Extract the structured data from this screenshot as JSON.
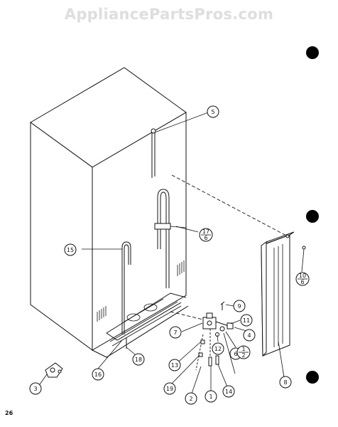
{
  "watermark": "AppliancePartsPros.com",
  "page_number": "26",
  "callouts": [
    {
      "id": "c1",
      "text": "1"
    },
    {
      "id": "c2",
      "text": "2"
    },
    {
      "id": "c3",
      "text": "3"
    },
    {
      "id": "c4",
      "text": "4"
    },
    {
      "id": "c5",
      "text": "5"
    },
    {
      "id": "c6",
      "text": "6"
    },
    {
      "id": "c7",
      "text": "7"
    },
    {
      "id": "c8",
      "text": "8"
    },
    {
      "id": "c9",
      "text": "9"
    },
    {
      "id": "c11",
      "text": "11"
    },
    {
      "id": "c12",
      "text": "12"
    },
    {
      "id": "c13",
      "text": "13"
    },
    {
      "id": "c14",
      "text": "14"
    },
    {
      "id": "c15",
      "text": "15"
    },
    {
      "id": "c16",
      "text": "16"
    },
    {
      "id": "c18",
      "text": "18"
    },
    {
      "id": "c19",
      "text": "19"
    }
  ],
  "fraction_callouts": [
    {
      "id": "f17",
      "num": "17",
      "den": "6"
    },
    {
      "id": "f1",
      "num": "1",
      "den": "2"
    },
    {
      "id": "f10",
      "num": "10",
      "den": "6"
    }
  ]
}
